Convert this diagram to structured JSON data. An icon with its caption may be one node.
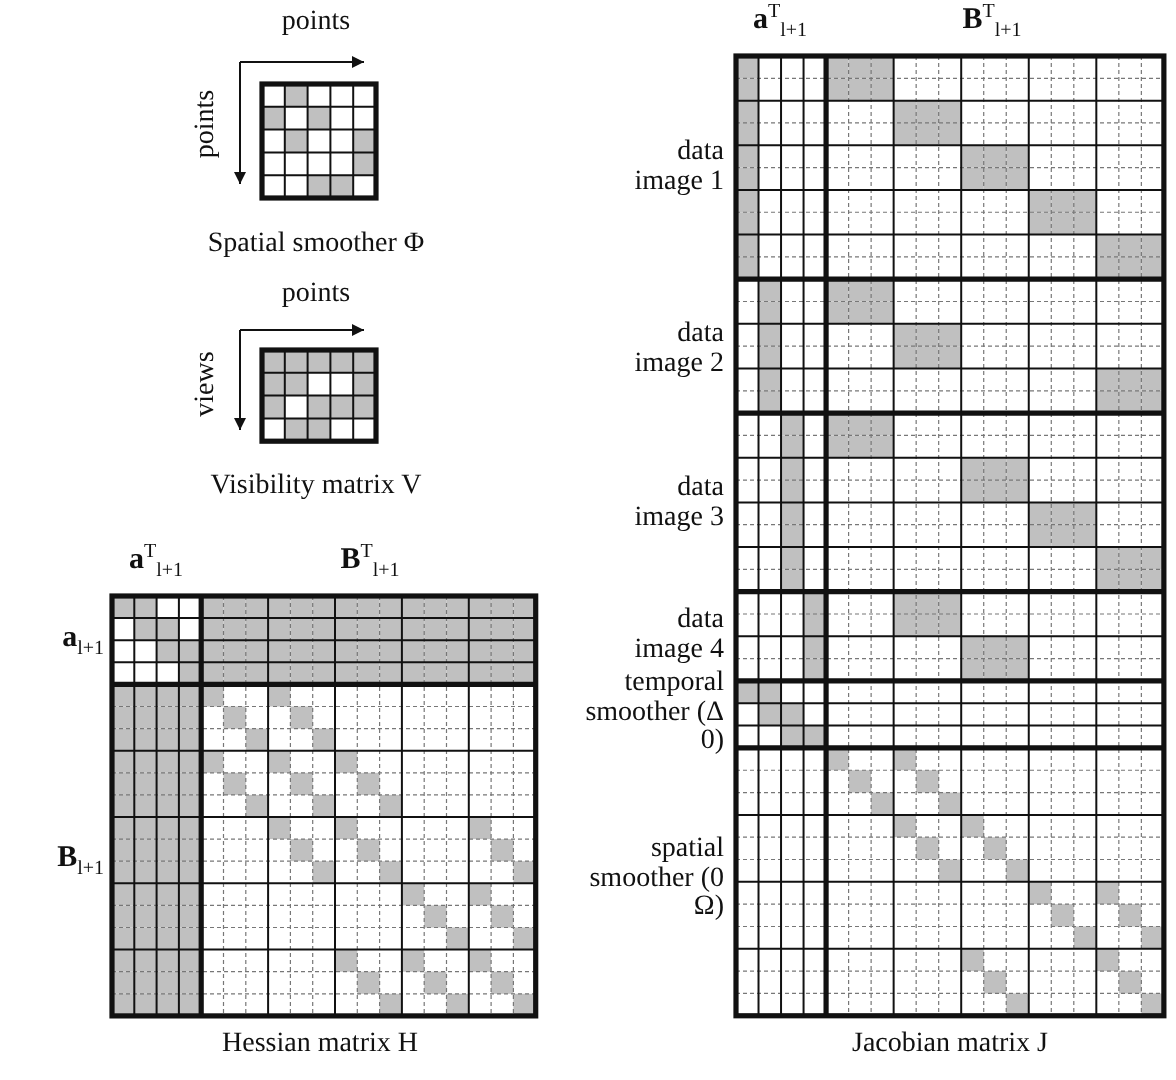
{
  "diagram": {
    "labels": [
      "points",
      "points",
      "Spatial smoother Φ",
      "points",
      "views",
      "Visibility matrix V",
      "**a**$^{T}$$_{l+1}$",
      "**B**$^{T}$$_{l+1}$",
      "**a**$_{l+1}$",
      "**B**$_{l+1}$",
      "Hessian matrix H",
      "**a**$^{T}$$_{l+1}$",
      "**B**$^{T}$$_{l+1}$",
      "data image 1",
      "data image 2",
      "data image 3",
      "data image 4",
      "temporal smoother (Δ 0)",
      "spatial smoother (0 Ω)",
      "Jacobian matrix J"
    ]
  }
}
